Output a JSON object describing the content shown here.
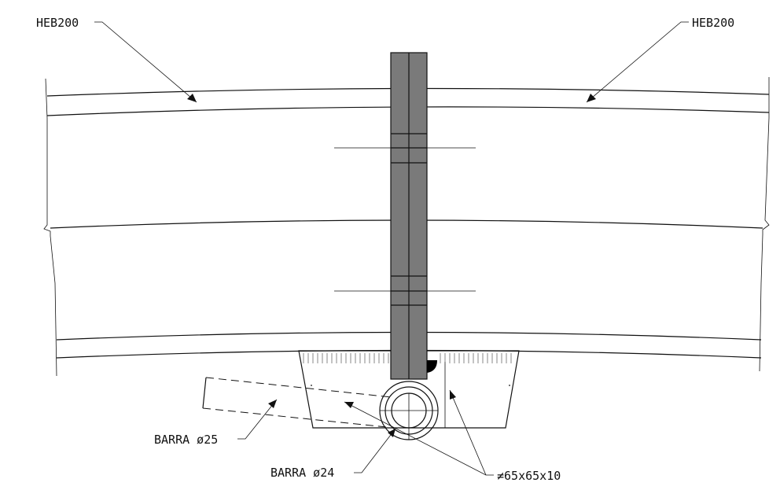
{
  "labels": {
    "beam_left": "HEB200",
    "beam_right": "HEB200",
    "bar_25": "BARRA ø25",
    "bar_24": "BARRA ø24",
    "angle": "≠65x65x10"
  },
  "colors": {
    "line": "#111111",
    "plate": "#7a7a7a",
    "weld": "#000000",
    "background": "#ffffff"
  }
}
